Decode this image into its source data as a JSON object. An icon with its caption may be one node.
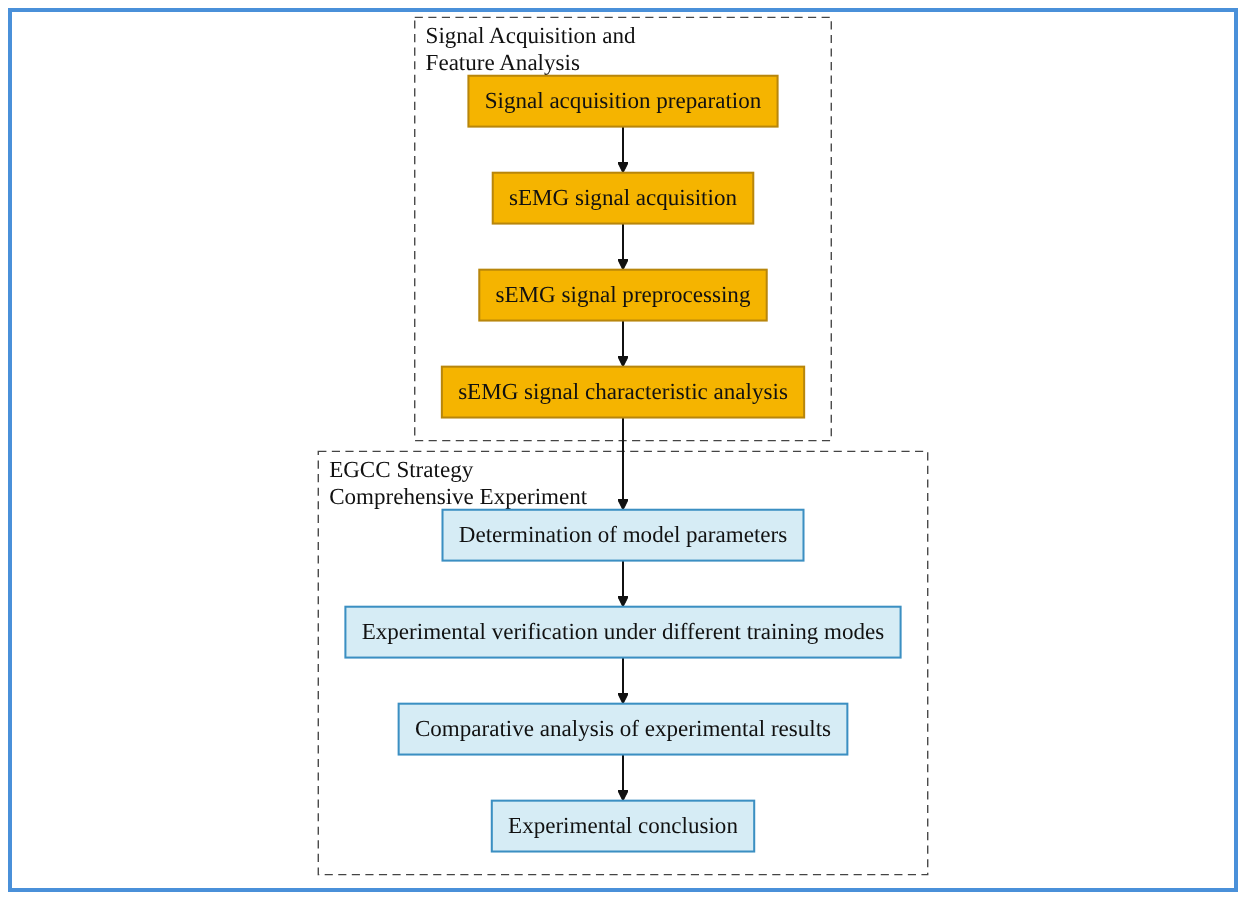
{
  "diagram": {
    "nodes": [
      {
        "text": [
          "Signal Acquisition and Feature Analysis"
        ]
      },
      {
        "text": [
          "Signal acquisition preparation"
        ],
        "in": 0
      },
      {
        "text": [
          "sEMG signal acquisition"
        ],
        "in": 0
      },
      {
        "text": [
          "sEMG signal preprocessing"
        ],
        "in": 0
      },
      {
        "text": [
          "sEMG signal characteristic analysis"
        ],
        "in": 0
      },
      {
        "text": [
          "EGCC Strategy Comprehensive Experiment"
        ]
      },
      {
        "text": [
          "Determination of model parameters"
        ],
        "in": 5
      },
      {
        "text": [
          "Experimental verification under different training modes"
        ],
        "in": 5
      },
      {
        "text": [
          "Comparative analysis of experimental results"
        ],
        "in": 5
      },
      {
        "text": [
          "Experimental conclusion"
        ],
        "in": 5
      }
    ],
    "edges": [
      {
        "from": 1,
        "to": 2,
        "arrow": "to"
      },
      {
        "from": 2,
        "to": 3,
        "arrow": "to"
      },
      {
        "from": 3,
        "to": 4,
        "arrow": "to"
      },
      {
        "from": 4,
        "to": 6,
        "arrow": "to"
      },
      {
        "from": 6,
        "to": 7,
        "arrow": "to"
      },
      {
        "from": 7,
        "to": 8,
        "arrow": "to"
      },
      {
        "from": 8,
        "to": 9,
        "arrow": "to"
      }
    ]
  }
}
